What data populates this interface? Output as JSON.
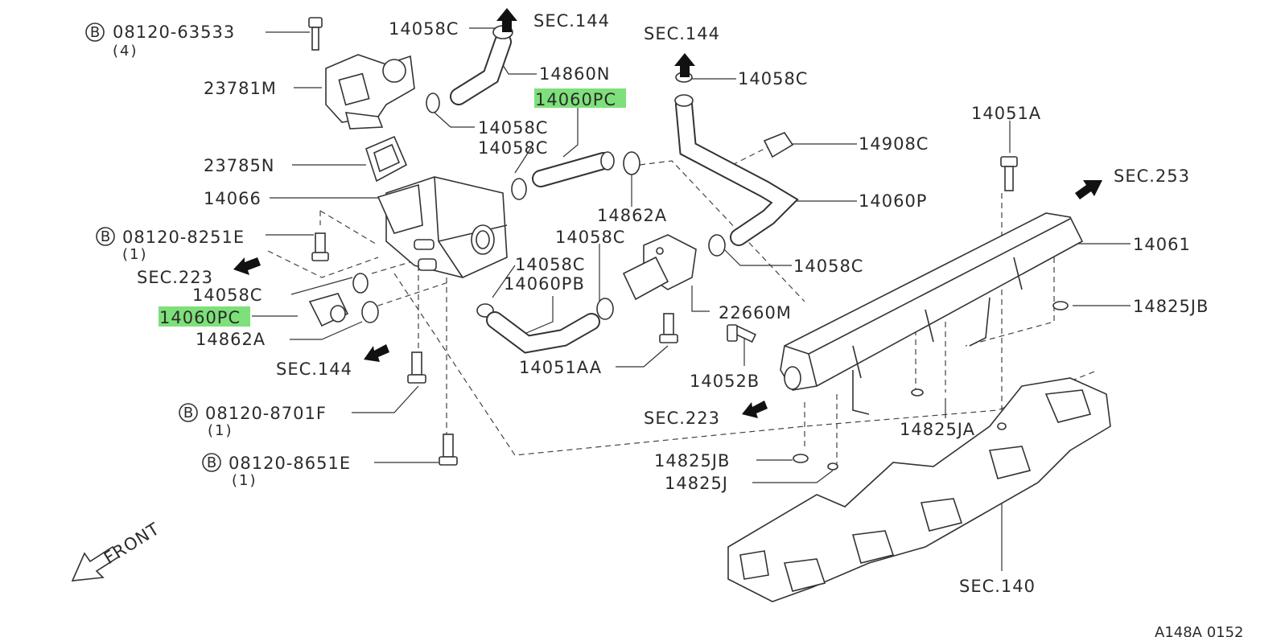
{
  "diagram": {
    "colors": {
      "highlight": "#7ee07a",
      "ink": "#2b2b2b"
    },
    "bolt_symbol": "B",
    "callouts": {
      "b08120_63533": "08120-63533",
      "b08120_63533_qty": "(4)",
      "p14058c_top": "14058C",
      "sec144_top": "SEC.144",
      "p14860n": "14860N",
      "p14060pc_top": "14060PC",
      "p23781m": "23781M",
      "p14058c_a": "14058C",
      "p14058c_b": "14058C",
      "sec144_right": "SEC.144",
      "p14058c_right_top": "14058C",
      "p14051a": "14051A",
      "p14908c": "14908C",
      "sec253": "SEC.253",
      "p23785n": "23785N",
      "p14066": "14066",
      "p14060p": "14060P",
      "p14862a_mid": "14862A",
      "b08120_8251e": "08120-8251E",
      "b08120_8251e_qty": "(1)",
      "p14058c_mid": "14058C",
      "p14061": "14061",
      "sec223_left": "SEC.223",
      "p14058c_c": "14058C",
      "p14060pb": "14060PB",
      "p14058c_right_mid": "14058C",
      "p14058c_left": "14058C",
      "p14060pc_left": "14060PC",
      "p14825jb_right": "14825JB",
      "p22660m": "22660M",
      "p14862a_left": "14862A",
      "sec144_left": "SEC.144",
      "p14051aa": "14051AA",
      "p14052b": "14052B",
      "b08120_8701f": "08120-8701F",
      "b08120_8701f_qty": "(1)",
      "sec223_bottom": "SEC.223",
      "p14825ja": "14825JA",
      "b08120_8651e": "08120-8651E",
      "b08120_8651e_qty": "(1)",
      "p14825jb_bottom": "14825JB",
      "p14825j": "14825J",
      "front": "FRONT",
      "sec140": "SEC.140",
      "figure_ref": "A148A 0152"
    }
  }
}
